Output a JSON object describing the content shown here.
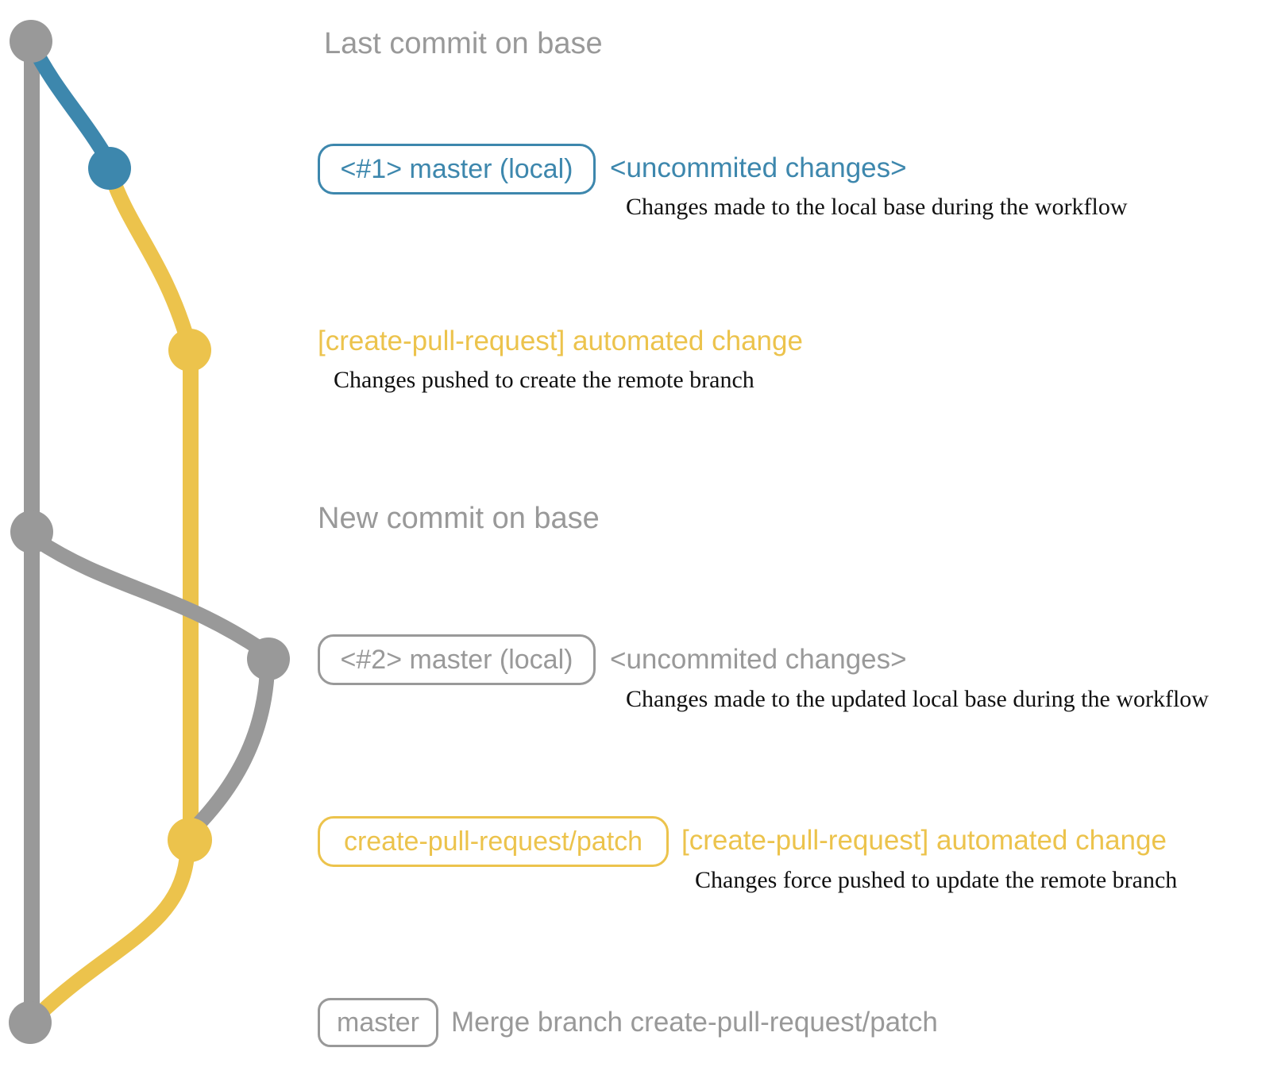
{
  "colors": {
    "base_branch": "#999999",
    "local_branch": "#3d87ad",
    "patch_branch": "#ecc34c",
    "description_text": "#111111"
  },
  "annotations": {
    "last_commit": {
      "text": "Last commit on base"
    },
    "local_commit_1": {
      "badge": "<#1> master (local)",
      "message": "<uncommited changes>",
      "description": "Changes made to the local base during the workflow"
    },
    "patch_commit_1": {
      "message": "[create-pull-request] automated change",
      "description": "Changes pushed to create the remote branch"
    },
    "new_commit": {
      "text": "New commit on base"
    },
    "local_commit_2": {
      "badge": "<#2> master (local)",
      "message": "<uncommited changes>",
      "description": "Changes made to the updated local base during the workflow"
    },
    "patch_commit_2": {
      "badge": "create-pull-request/patch",
      "message": "[create-pull-request] automated change",
      "description": "Changes force pushed to update the remote branch"
    },
    "merge_commit": {
      "badge": "master",
      "message": "Merge branch create-pull-request/patch"
    }
  }
}
